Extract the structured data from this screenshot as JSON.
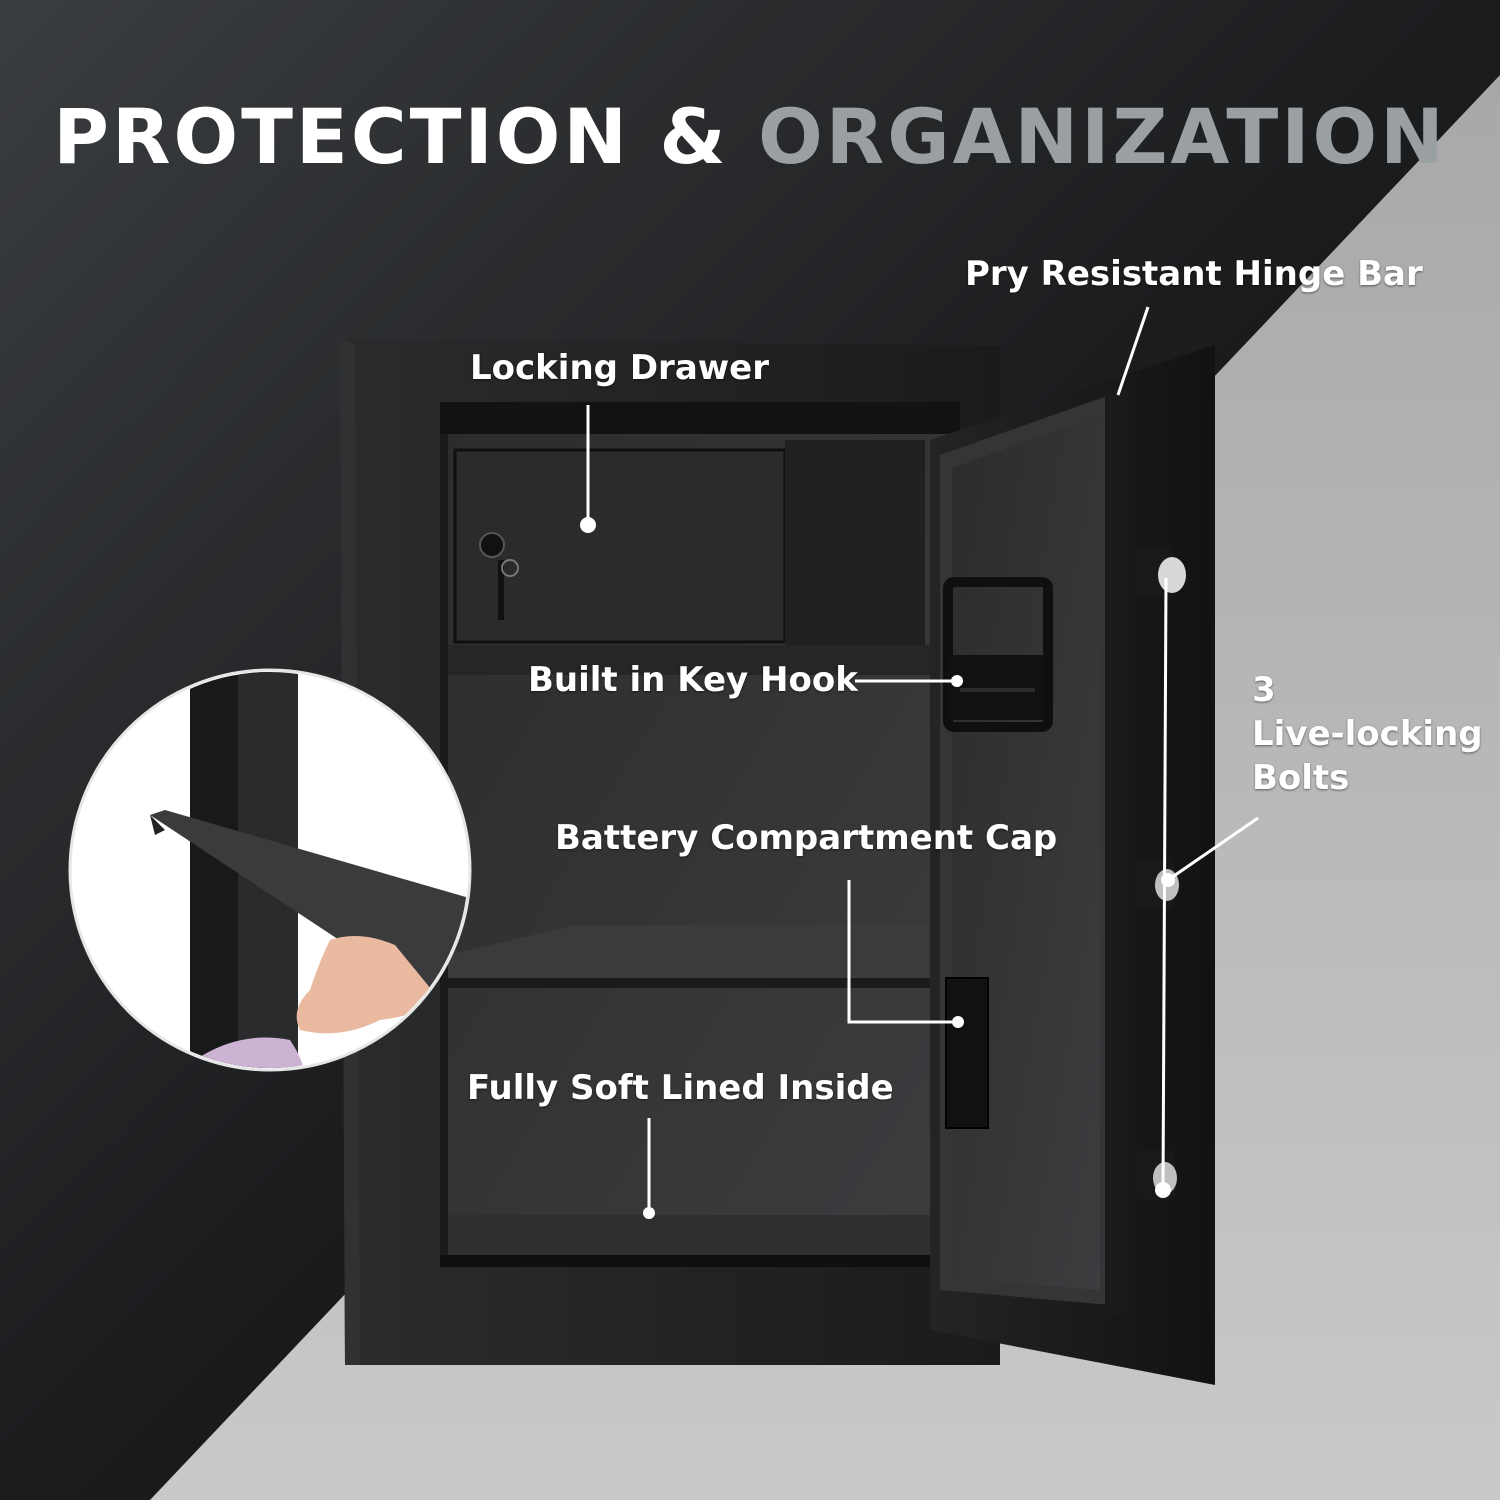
{
  "headline": {
    "part1": "PROTECTION",
    "amp": "&",
    "part2": "ORGANIZATION"
  },
  "callouts": {
    "hinge": "Pry Resistant Hinge Bar",
    "drawer": "Locking Drawer",
    "key_hook": "Built in Key Hook",
    "bolts": {
      "line1": "3",
      "line2": "Live-locking",
      "line3": "Bolts"
    },
    "battery": "Battery Compartment Cap",
    "lining": "Fully Soft Lined Inside"
  },
  "colors": {
    "accent_white": "#ffffff",
    "headline_gray": "#9aa0a2",
    "safe_body": "#1d1e20",
    "felt": "#3a3a3c",
    "bg_light": "#b9b9b9"
  }
}
